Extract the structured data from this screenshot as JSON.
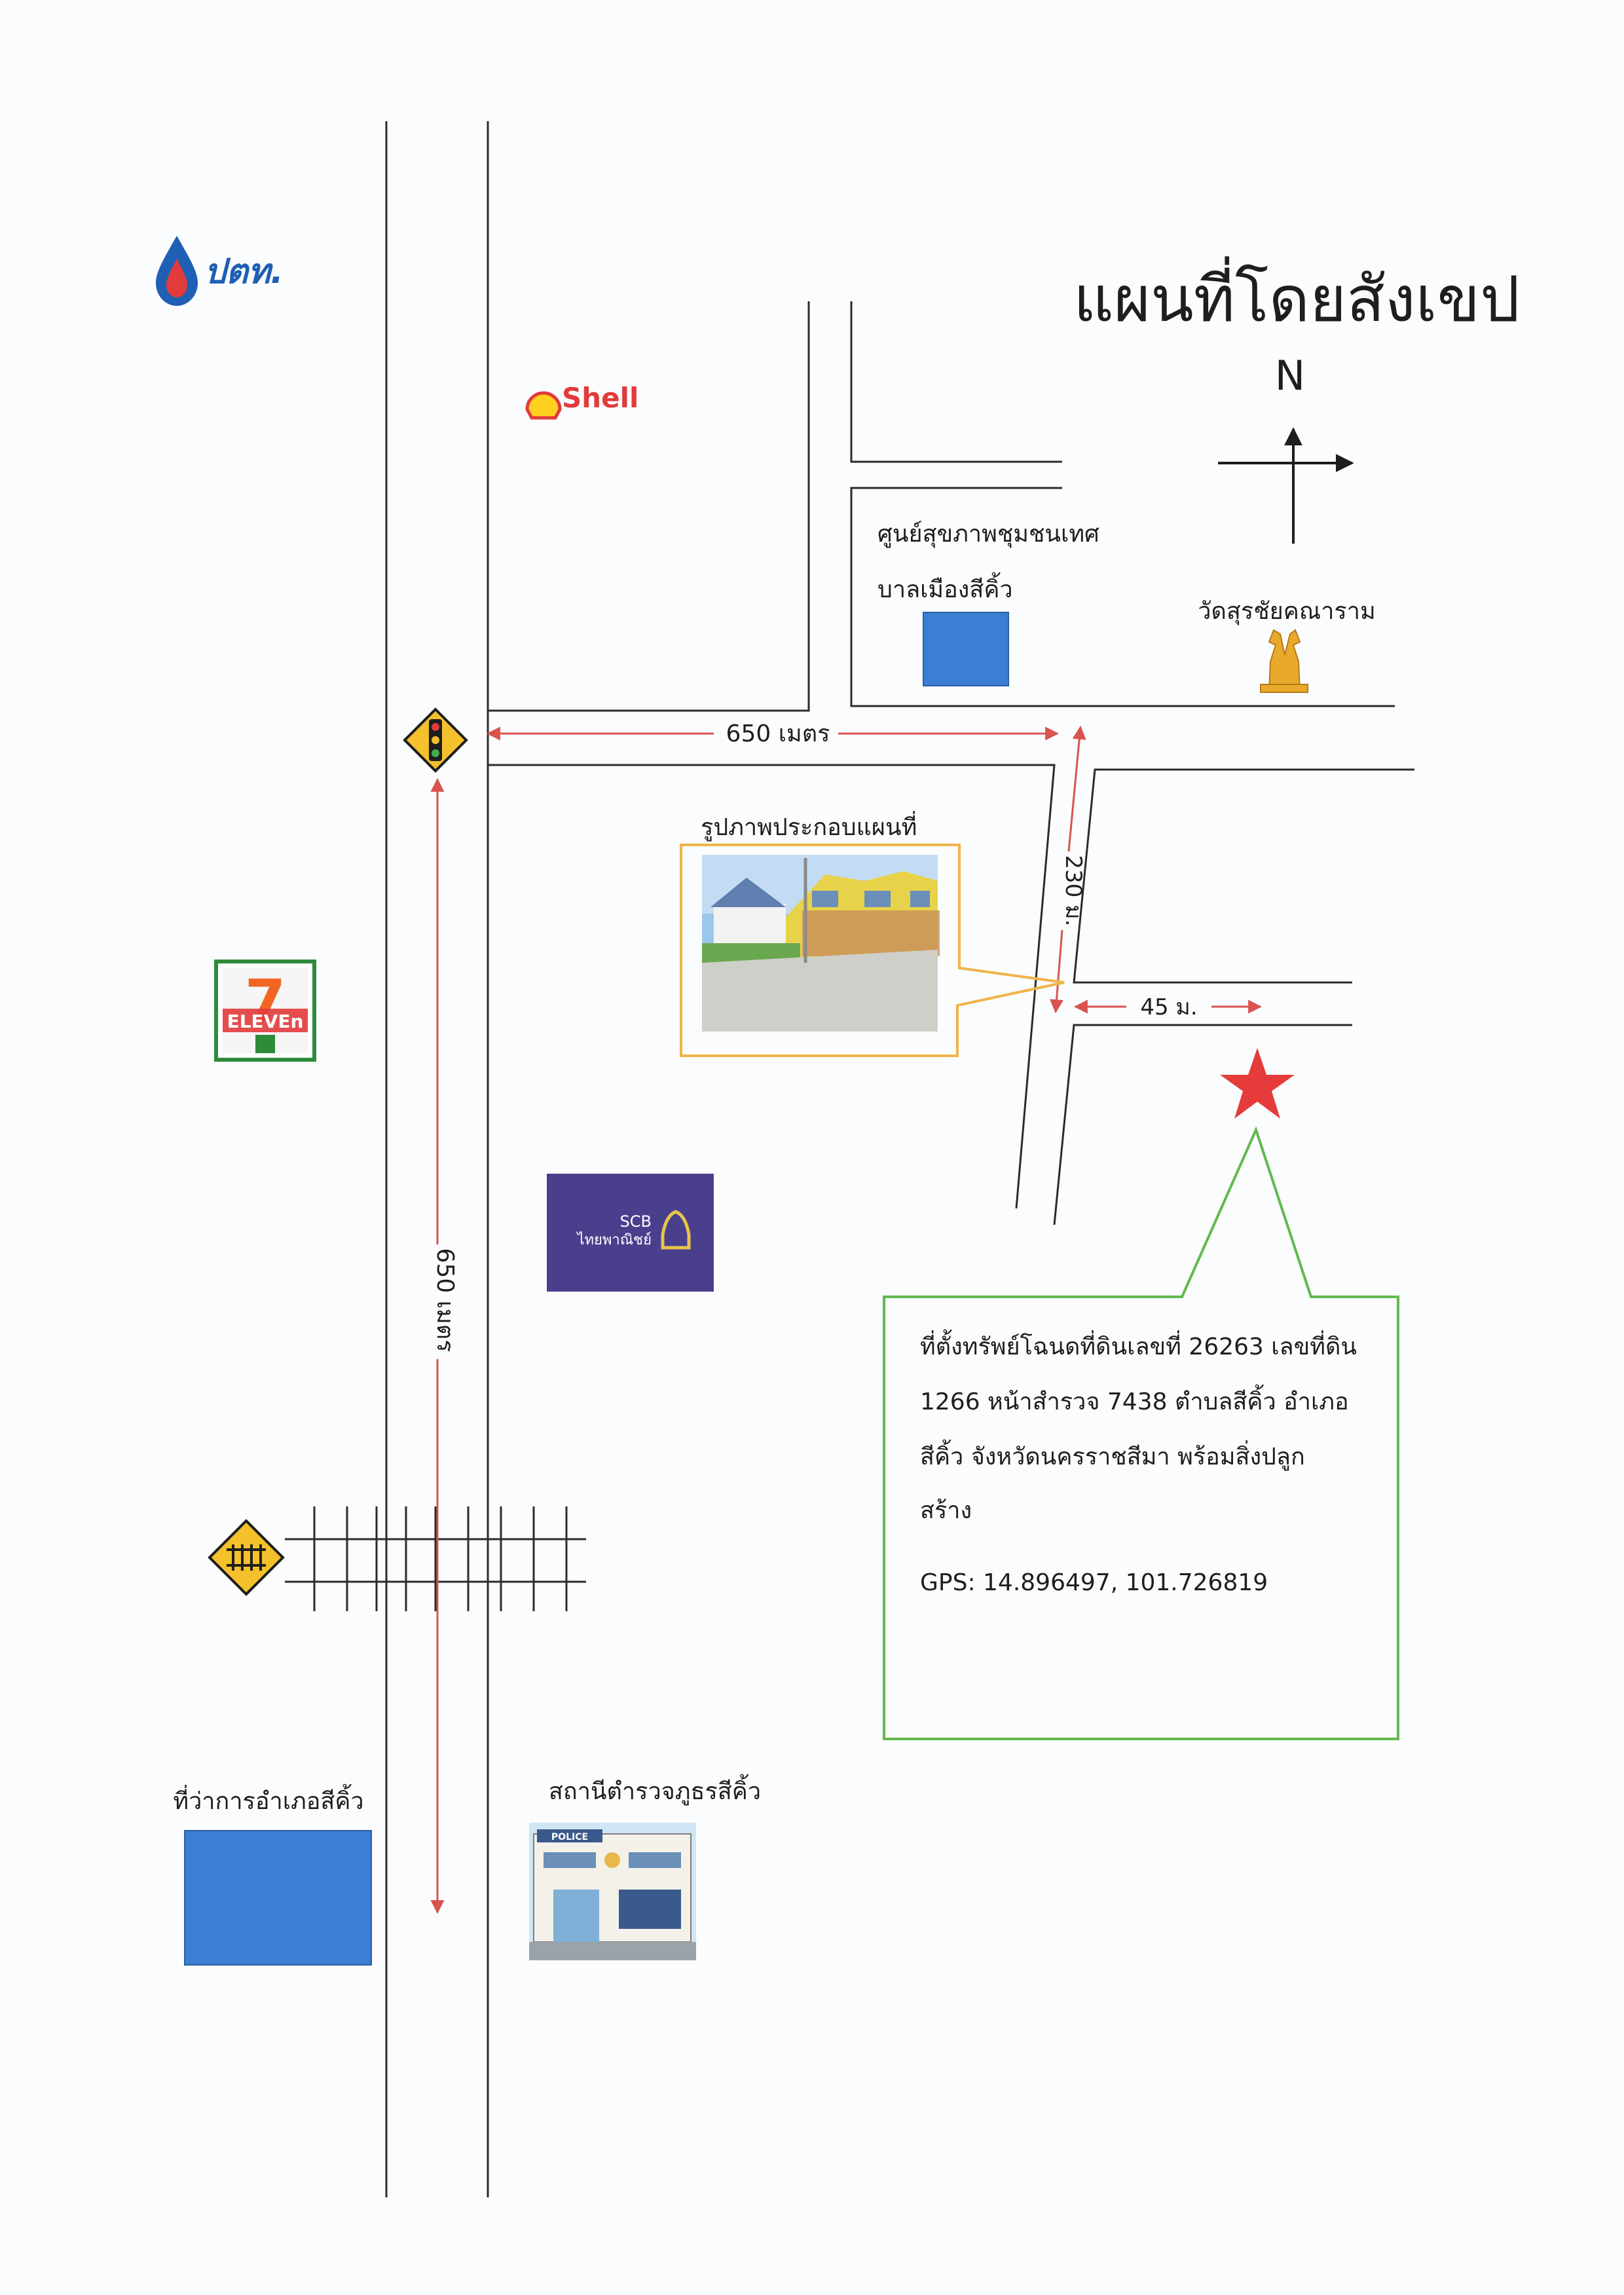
{
  "map": {
    "title": "แผนที่โดยสังเขป",
    "north_label": "N",
    "colors": {
      "road": "#2b2b2b",
      "dimension": "#d9534f",
      "building": "#3b7fd4",
      "photo_frame": "#f0b44a",
      "info_frame": "#63b84f",
      "star": "#e53b3b"
    },
    "landmarks": {
      "ptt": "ปตท.",
      "shell": "Shell",
      "seven_eleven": "ELEVEn",
      "seven_number": "7",
      "scb_line1": "SCB",
      "scb_line2": "ไทยพาณิชย์",
      "health_center_line1": "ศูนย์สุขภาพชุมชนเทศ",
      "health_center_line2": "บาลเมืองสีคิ้ว",
      "temple": "วัดสุรชัยคณาราม",
      "district_office": "ที่ว่าการอำเภอสีคิ้ว",
      "police_station": "สถานีตำรวจภูธรสีคิ้ว",
      "police_sign": "POLICE"
    },
    "dimensions": {
      "horizontal_top": "650 เมตร",
      "vertical_left": "650 เมตร",
      "vertical_right": "230 ม.",
      "horizontal_small": "45 ม."
    },
    "photo_caption": "รูปภาพประกอบแผนที่",
    "info": {
      "line1": "ที่ตั้งทรัพย์โฉนดที่ดินเลขที่ 26263 เลขที่ดิน",
      "line2": "1266 หน้าสำรวจ 7438 ตำบลสีคิ้ว อำเภอ",
      "line3": "สีคิ้ว จังหวัดนครราชสีมา พร้อมสิ่งปลูก",
      "line4": "สร้าง",
      "gps": "GPS: 14.896497, 101.726819"
    }
  }
}
